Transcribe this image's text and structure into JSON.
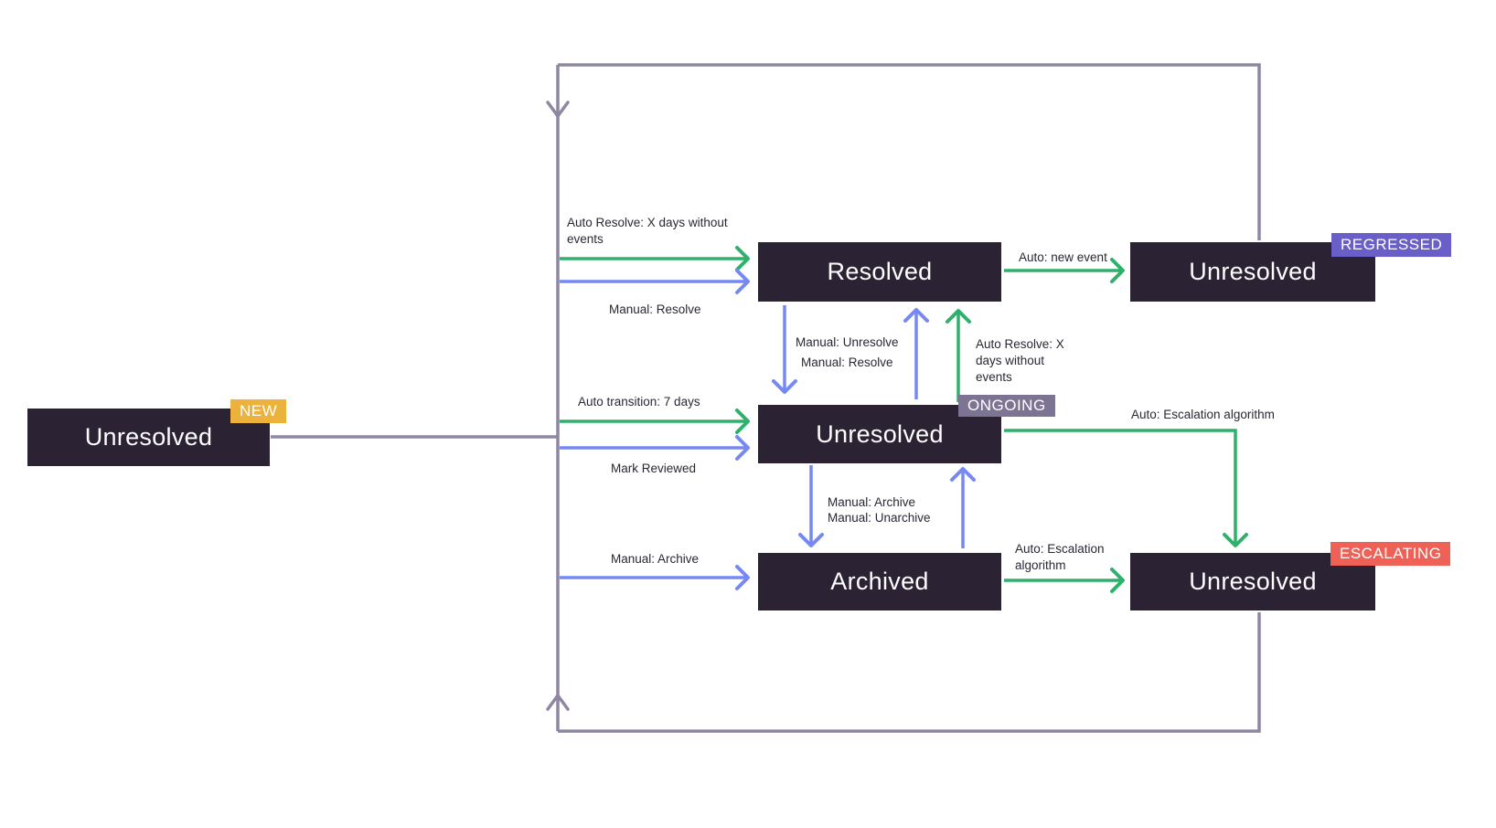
{
  "colors": {
    "state_box_bg": "#2B2233",
    "state_text": "#FFFFFF",
    "auto_arrow_green": "#2FB16B",
    "manual_arrow_blue": "#7689F2",
    "loop_line_purple": "#8F87A2",
    "label_text": "#2A2734",
    "badge_new_bg": "#EDB23C",
    "badge_ongoing_bg": "#7D7494",
    "badge_regressed_bg": "#6A5FC8",
    "badge_escalating_bg": "#EF6056",
    "page_bg": "#FFFFFF"
  },
  "states": {
    "new": {
      "label": "Unresolved",
      "badge": "NEW"
    },
    "resolved": {
      "label": "Resolved"
    },
    "ongoing": {
      "label": "Unresolved",
      "badge": "ONGOING"
    },
    "archived": {
      "label": "Archived"
    },
    "regressed": {
      "label": "Unresolved",
      "badge": "REGRESSED"
    },
    "escalating": {
      "label": "Unresolved",
      "badge": "ESCALATING"
    }
  },
  "transition_labels": {
    "auto_resolve_to_resolved": "Auto Resolve: X days without events",
    "manual_resolve_to_resolved": "Manual: Resolve",
    "auto_new_event": "Auto: new event",
    "manual_unresolve": "Manual: Unresolve",
    "manual_resolve": "Manual: Resolve",
    "auto_resolve_from_ongoing": "Auto Resolve: X days without events",
    "auto_transition_7_days": "Auto transition: 7 days",
    "mark_reviewed": "Mark Reviewed",
    "auto_escalation_from_ongoing": "Auto: Escalation algorithm",
    "manual_archive": "Manual: Archive",
    "manual_unarchive": "Manual: Unarchive",
    "manual_archive_to_archived": "Manual: Archive",
    "auto_escalation_from_archived": "Auto: Escalation algorithm"
  }
}
